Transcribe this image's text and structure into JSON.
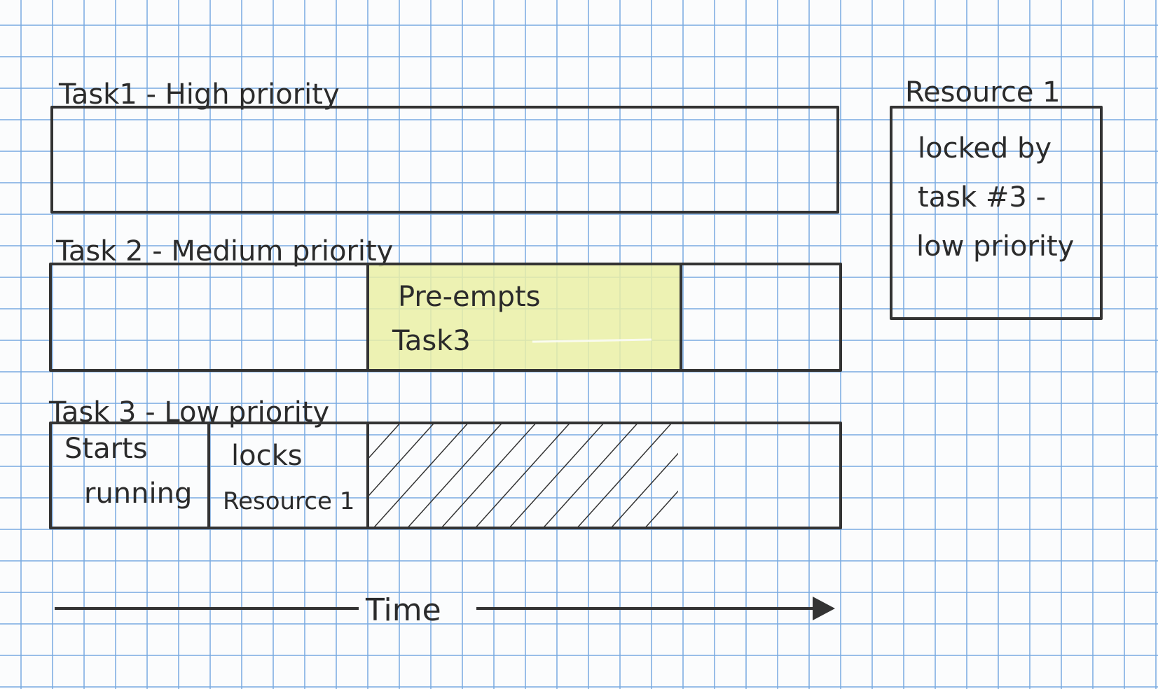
{
  "task1": {
    "label": "Task1 - High priority"
  },
  "task2": {
    "label": "Task 2 - Medium priority",
    "segment_line1": "Pre-empts",
    "segment_line2": "Task3"
  },
  "task3": {
    "label": "Task 3 - Low priority",
    "segment1_line1": "Starts",
    "segment1_line2": "running",
    "segment2_line1": "locks",
    "segment2_line2": "Resource 1"
  },
  "resource": {
    "title": "Resource 1",
    "line1": "locked by",
    "line2": "task #3 -",
    "line3": "low priority"
  },
  "axis": {
    "label": "Time"
  },
  "colors": {
    "highlight": "#eaf0a6",
    "ink": "#333333",
    "grid": "#78aae1"
  }
}
